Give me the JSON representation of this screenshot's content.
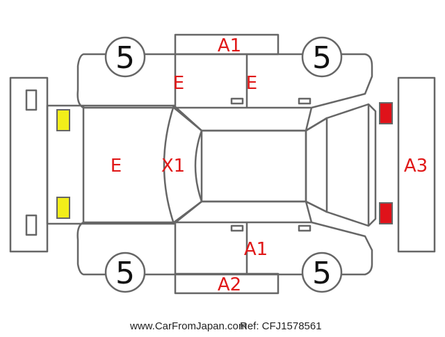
{
  "colors": {
    "outline": "#666666",
    "mark_text": "#e01818",
    "front_lamps": "#f2ee1a",
    "rear_lamps": "#e0121a",
    "background": "#ffffff"
  },
  "tyres": {
    "front_left": "5",
    "front_right": "5",
    "rear_left": "5",
    "rear_right": "5"
  },
  "marks": {
    "top_panel": "A1",
    "front_door_upper": "E",
    "rear_door_upper": "E",
    "hood": "E",
    "front_pillar": "X1",
    "rear_panel": "A3",
    "rear_door_lower": "A1",
    "bottom_panel": "A2"
  },
  "footer": {
    "site": "www.CarFromJapan.com",
    "ref": "Ref: CFJ1578561"
  }
}
